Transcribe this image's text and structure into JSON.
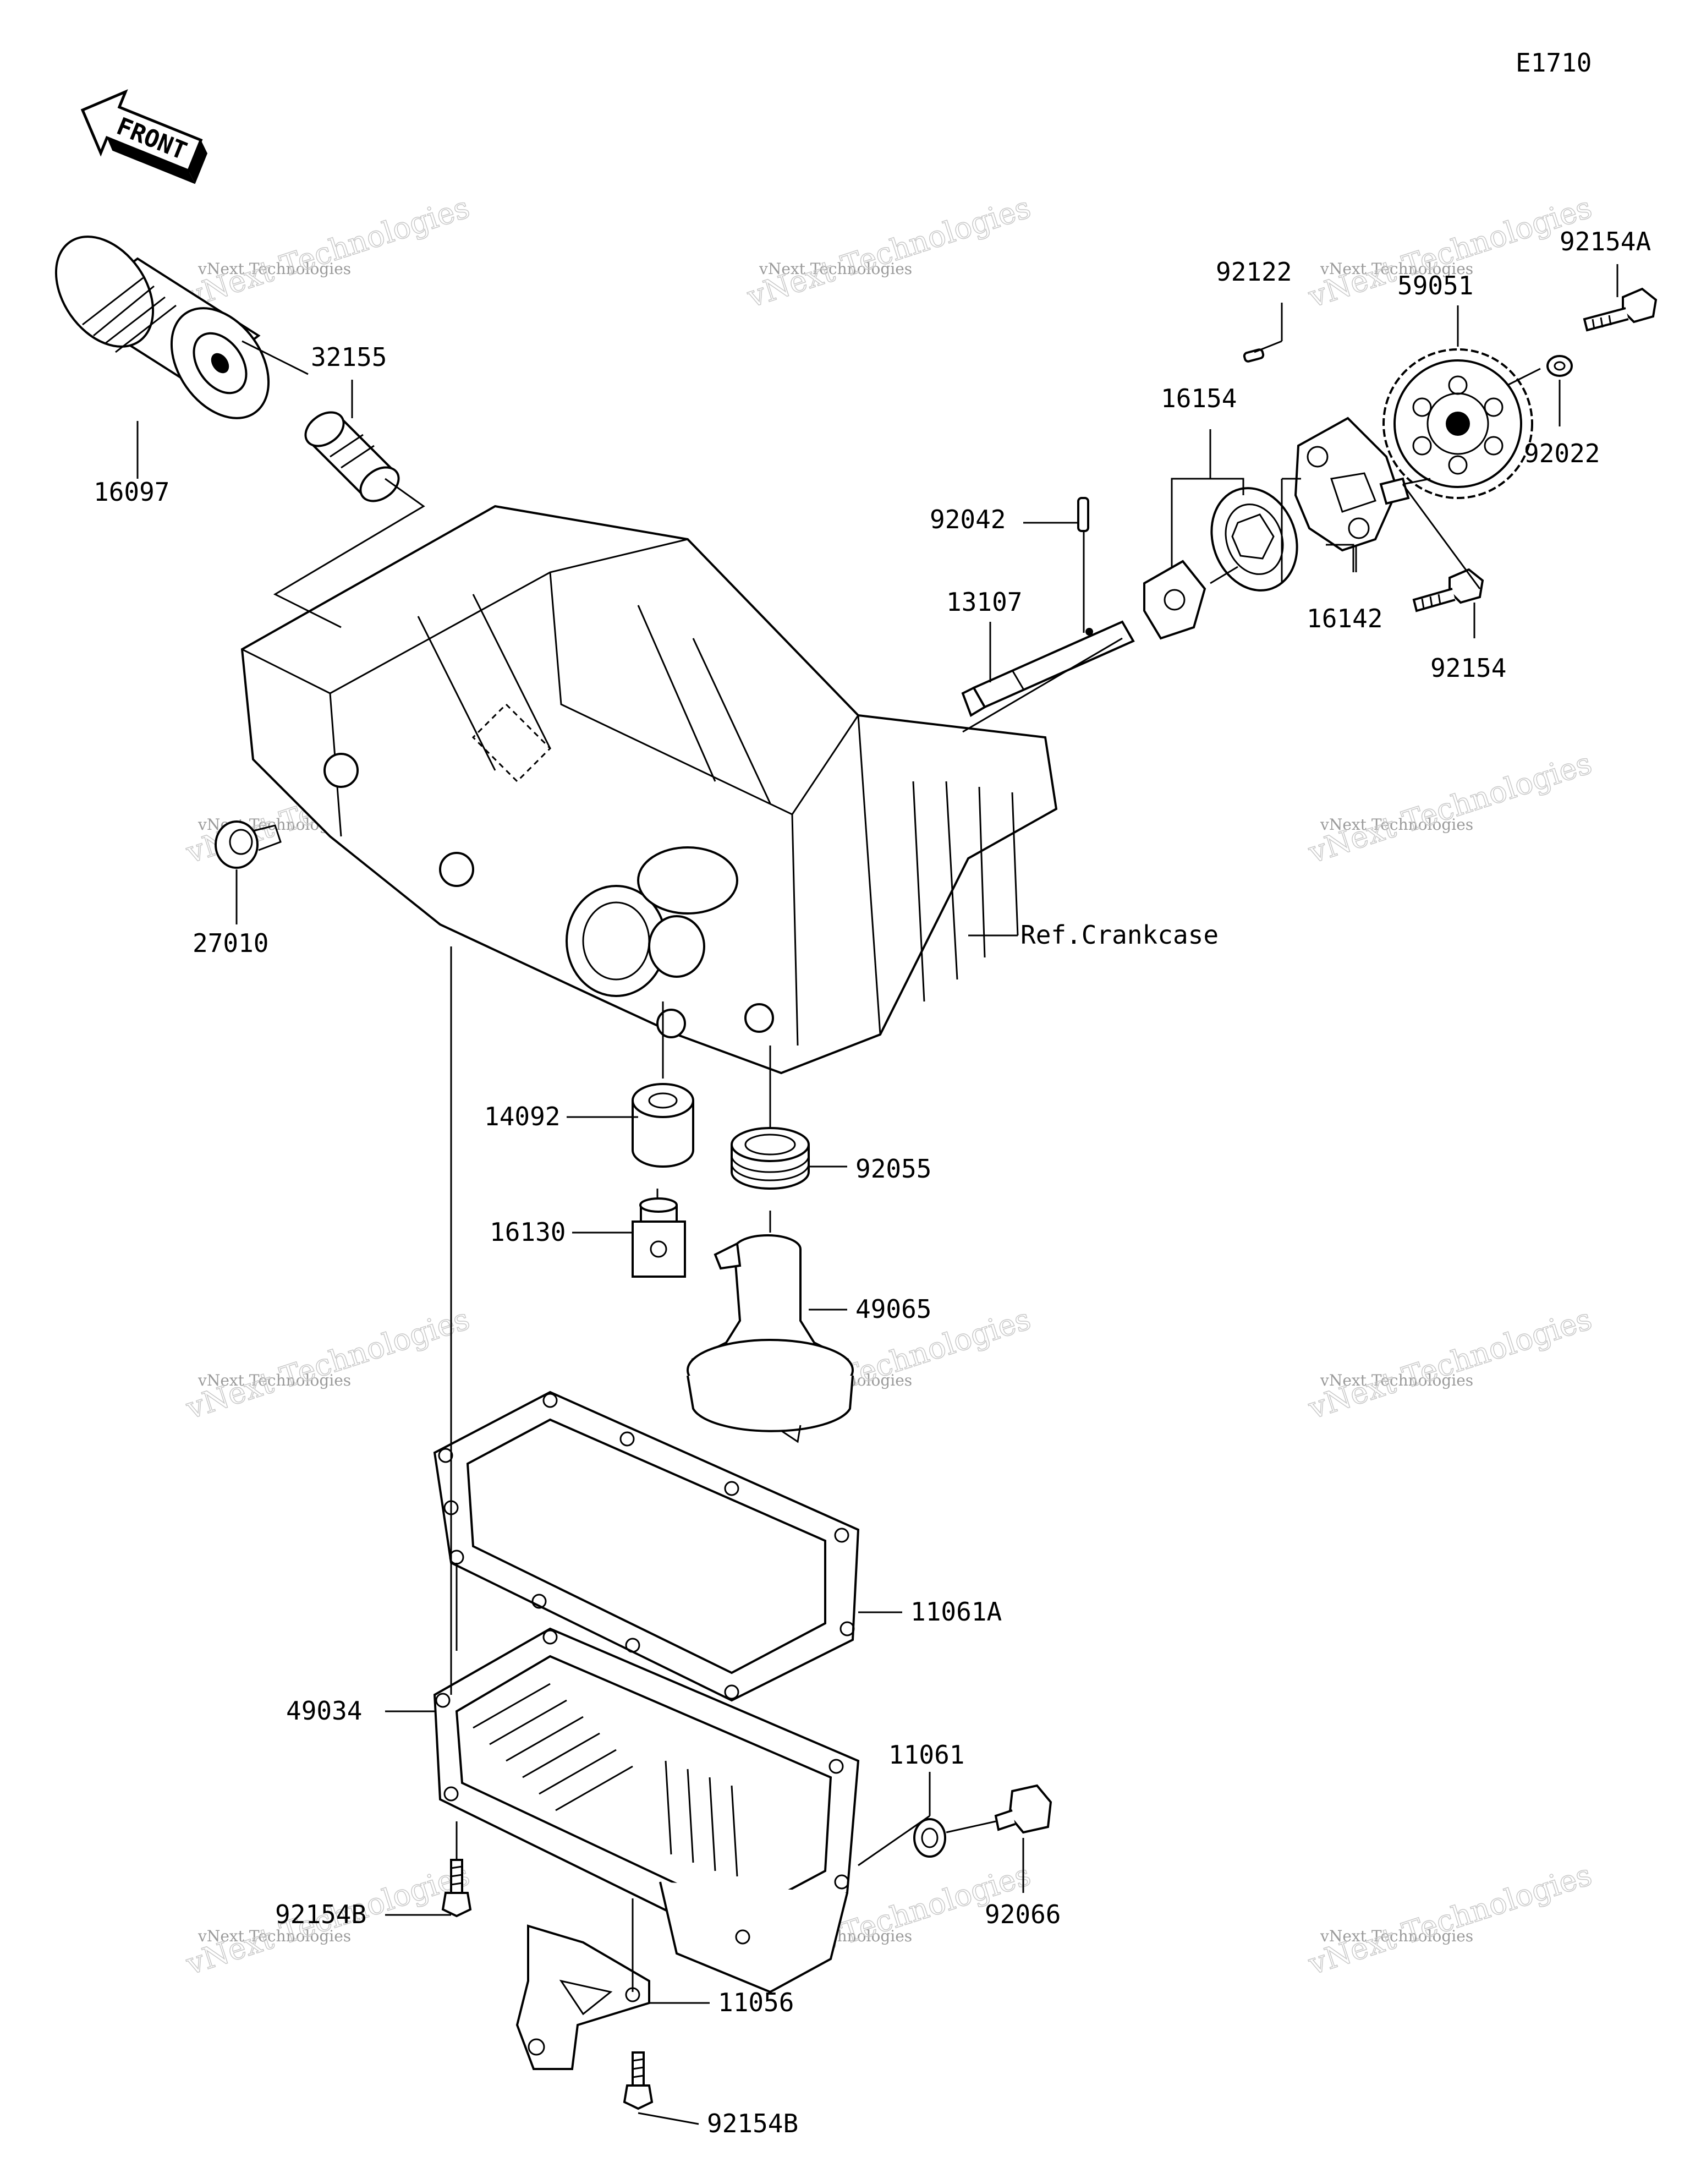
{
  "figure_code": "E1710",
  "front_arrow": {
    "label": "FRONT",
    "icon": "front-arrow-icon"
  },
  "watermark": {
    "line1": "vNext Technologies",
    "line2": "vNext Technologies"
  },
  "reference_label": "Ref.Crankcase",
  "callouts": {
    "p16097": "16097",
    "p32155": "32155",
    "p27010": "27010",
    "p92122": "92122",
    "p92154A": "92154A",
    "p59051": "59051",
    "p16154": "16154",
    "p92022": "92022",
    "p92042": "92042",
    "p13107": "13107",
    "p16142": "16142",
    "p92154": "92154",
    "p14092": "14092",
    "p92055": "92055",
    "p16130": "16130",
    "p49065": "49065",
    "p11061A": "11061A",
    "p49034": "49034",
    "p11061": "11061",
    "p92066": "92066",
    "p92154B_left": "92154B",
    "p11056": "11056",
    "p92154B_bottom": "92154B"
  }
}
